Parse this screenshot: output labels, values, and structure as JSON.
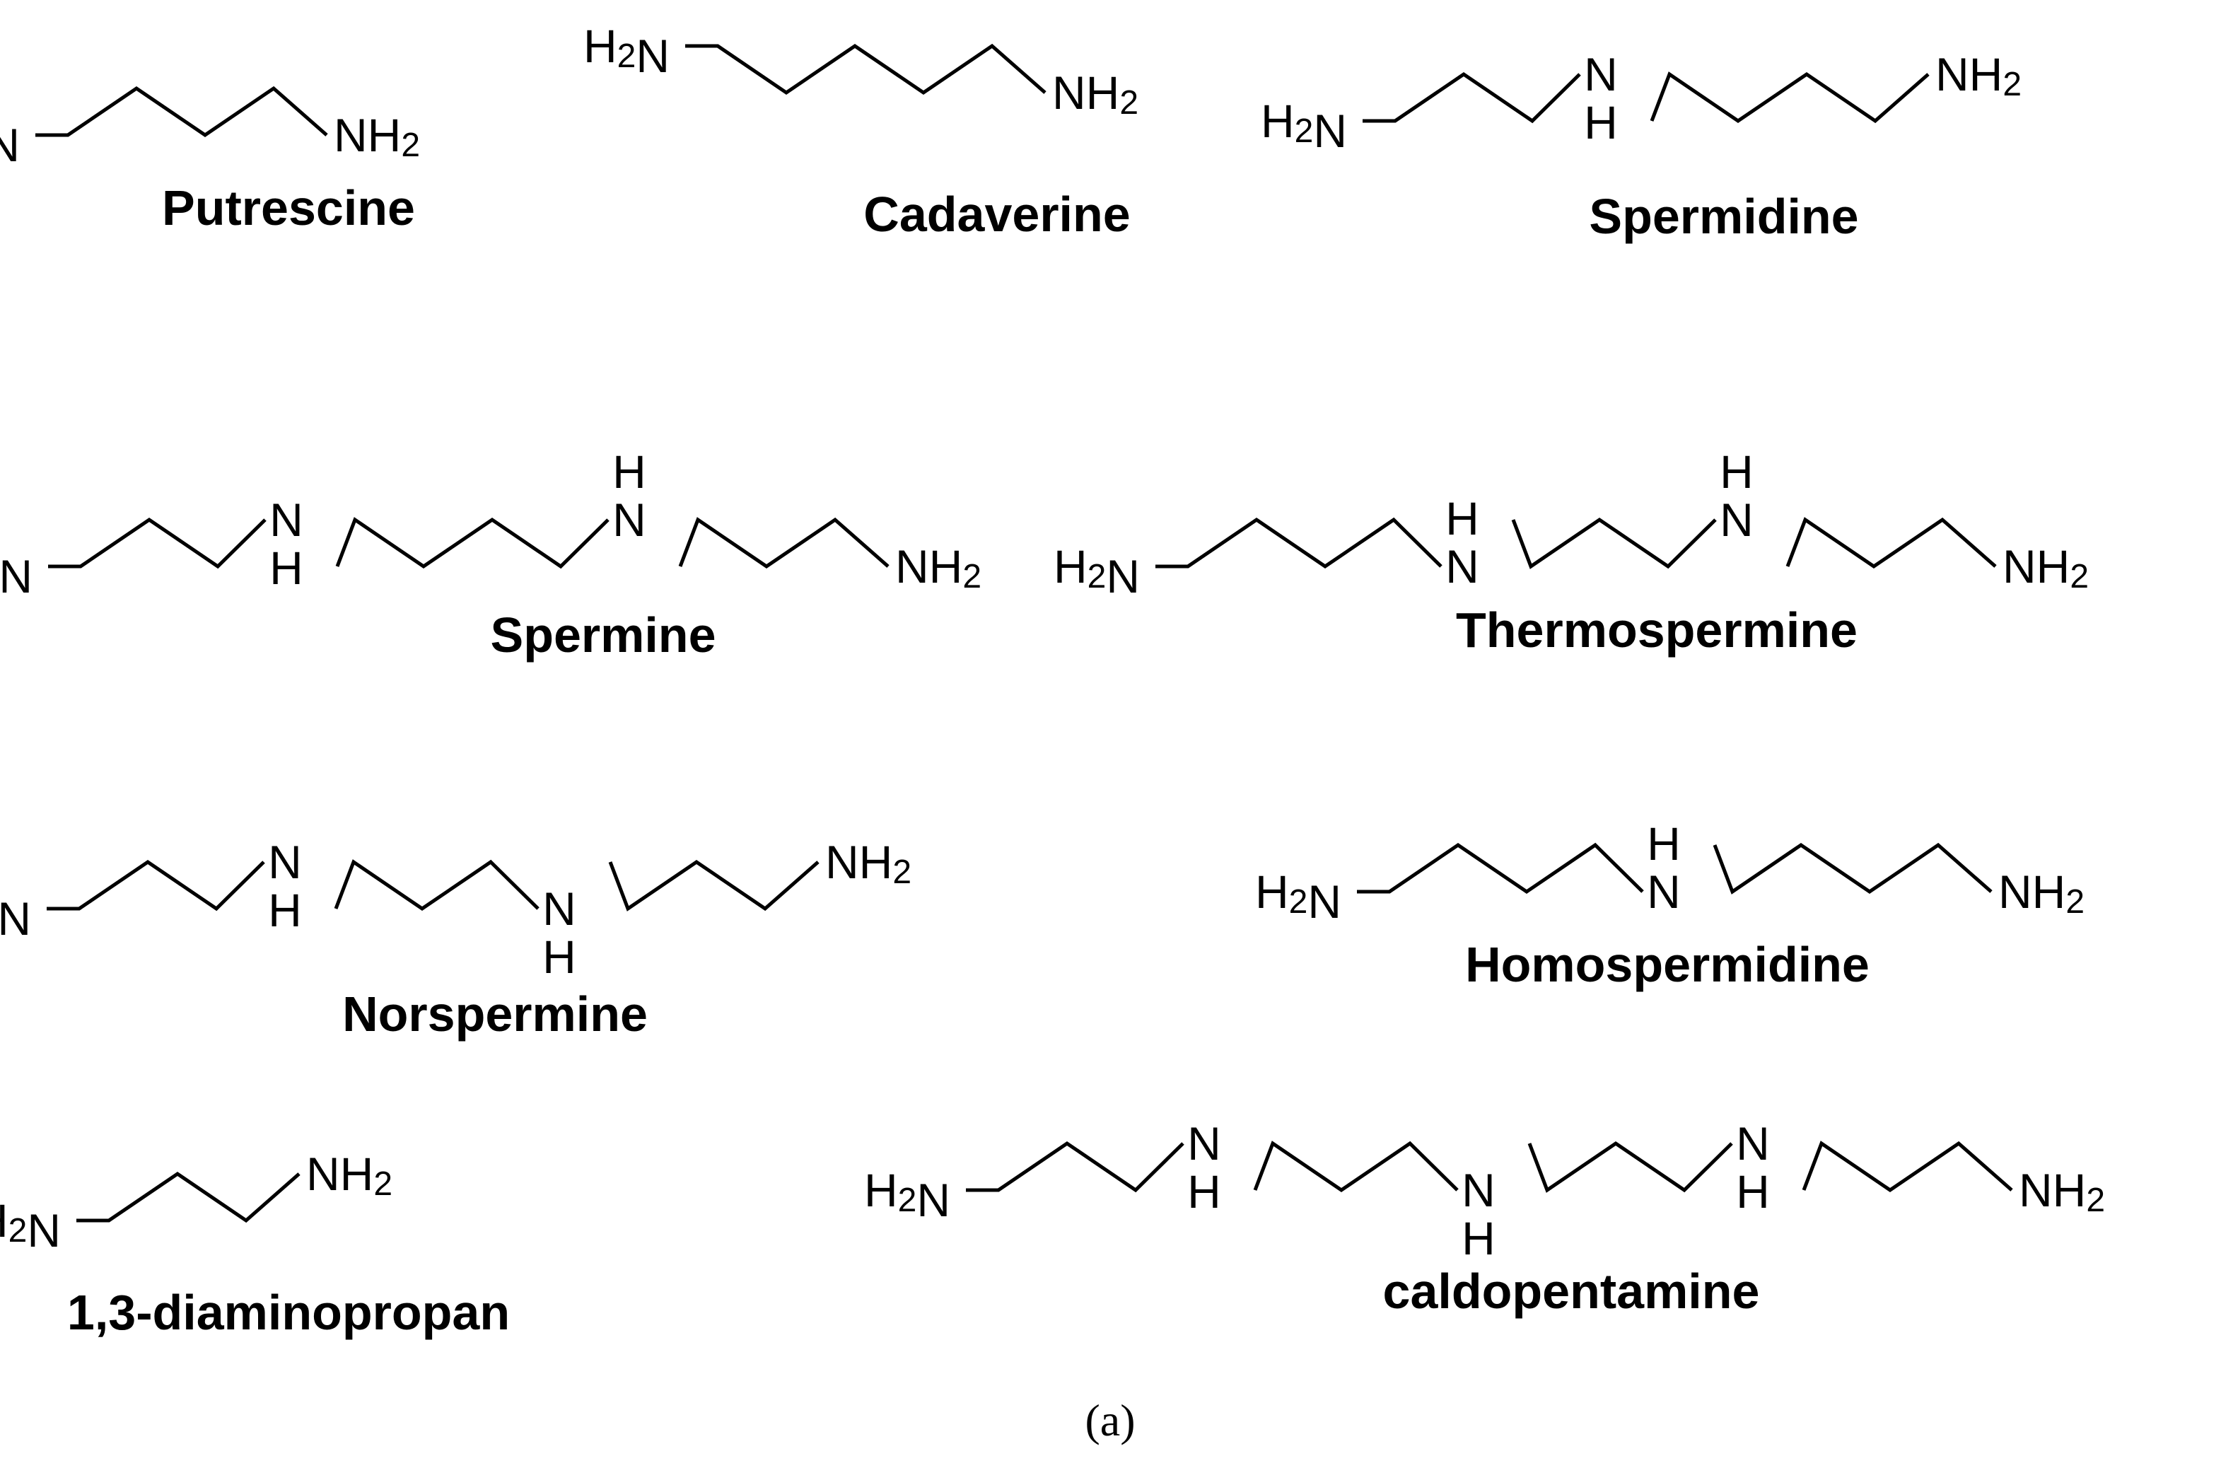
{
  "figure": {
    "panel_label": "(a)",
    "groups": {
      "amine_terminal": "NH",
      "amine_terminal_left": "H",
      "amine_subscript": "2",
      "secondary_amine_N": "N",
      "secondary_amine_H": "H"
    },
    "compounds": [
      {
        "id": "putrescine",
        "name": "Putrescine",
        "backbone": [
          4
        ]
      },
      {
        "id": "cadaverine",
        "name": "Cadaverine",
        "backbone": [
          5
        ]
      },
      {
        "id": "spermidine",
        "name": "Spermidine",
        "backbone": [
          3,
          4
        ]
      },
      {
        "id": "spermine",
        "name": "Spermine",
        "backbone": [
          3,
          4,
          3
        ]
      },
      {
        "id": "thermospermine",
        "name": "Thermospermine",
        "backbone": [
          4,
          3,
          3
        ]
      },
      {
        "id": "norspermine",
        "name": "Norspermine",
        "backbone": [
          3,
          3,
          3
        ]
      },
      {
        "id": "homospermidine",
        "name": "Homospermidine",
        "backbone": [
          4,
          4
        ]
      },
      {
        "id": "diaminopropan",
        "name": "1,3-diaminopropan",
        "backbone": [
          3
        ]
      },
      {
        "id": "caldopentamine",
        "name": "caldopentamine",
        "backbone": [
          3,
          3,
          3,
          3
        ]
      }
    ]
  }
}
